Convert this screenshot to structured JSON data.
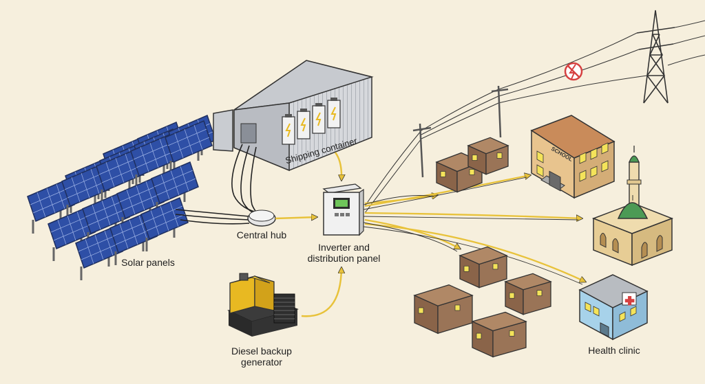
{
  "labels": {
    "solar_panels": "Solar panels",
    "shipping_container": "Shipping container",
    "central_hub": "Central hub",
    "inverter": "Inverter and\ndistribution panel",
    "generator": "Diesel backup\ngenerator",
    "health_clinic": "Health clinic",
    "school_sign": "SCHOOL"
  },
  "icons": {
    "no_grid": "no-power-icon",
    "clinic_cross": "medical-cross-icon"
  },
  "colors": {
    "background": "#f6efdd",
    "arrow": "#e8c23a",
    "panel": "#2e4fa6",
    "container": "#d6d8dc",
    "house": "#9a7457",
    "window": "#f4e35a",
    "school": "#e8c48e",
    "mosque_dome": "#4c9a55",
    "clinic": "#a7d2ea",
    "generator": "#e8b922",
    "no_grid": "#d64040"
  }
}
